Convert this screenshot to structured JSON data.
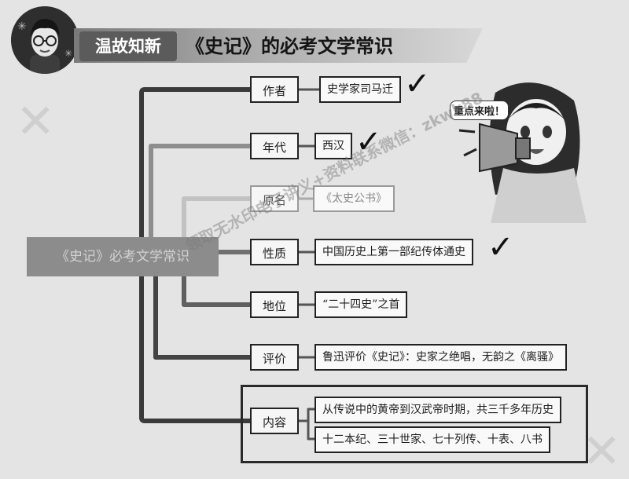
{
  "header": {
    "tag": "温故知新",
    "title": "《史记》的必考文学常识"
  },
  "sticker": {
    "bubble": "重点来啦！"
  },
  "mindmap": {
    "root": "《史记》必考文学常识",
    "branches": [
      {
        "label": "作者",
        "values": [
          "史学家司马迁"
        ]
      },
      {
        "label": "年代",
        "values": [
          "西汉"
        ]
      },
      {
        "label": "原名",
        "values": [
          "《太史公书》"
        ]
      },
      {
        "label": "性质",
        "values": [
          "中国历史上第一部纪传体通史"
        ]
      },
      {
        "label": "地位",
        "values": [
          "“二十四史”之首"
        ]
      },
      {
        "label": "评价",
        "values": [
          "鲁迅评价《史记》：史家之绝唱，无韵之《离骚》"
        ]
      },
      {
        "label": "内容",
        "values": [
          "从传说中的黄帝到汉武帝时期，共三千多年历史",
          "十二本纪、三十世家、七十列传、十表、八书"
        ]
      }
    ]
  },
  "watermark": "领取无水印电子讲义+资料联系微信：zkwk88",
  "icons": {
    "check": "checkmark-icon"
  }
}
